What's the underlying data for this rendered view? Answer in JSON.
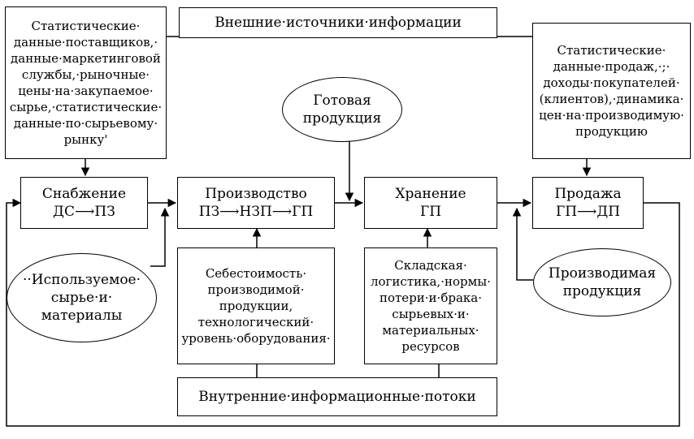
{
  "external_sources": "Внешние·источники·информации",
  "supplier_stats": "Статистические·\nданные·поставщиков,·\nданные·маркетинговой\nслужбы,·рыночные·\nцены·на·закупаемое·\nсырье,·статистические·\nданные·по·сырьевому·\nрынку'",
  "sales_stats": "Статистические·\nданные·продаж,·;·\nдоходы·покупателей·\n(клиентов),·динамика·\nцен·на·производимую·\nпродукцию",
  "finished_goods_oval": "Готовая\nпродукция",
  "supply": "Снабжение\nДС⟶ПЗ",
  "production": "Производство\nПЗ⟶НЗП⟶ГП",
  "storage": "Хранение\nГП",
  "sales": "Продажа\nГП⟶ДП",
  "raw_materials_oval": "··Используемое·\nсырье·и·\nматериалы",
  "cost_box": "Себестоимость·\nпроизводимой·\nпродукции,\nтехнологический·\nуровень·оборудования·",
  "warehouse_box": "Складская·\nлогистика,·нормы·\nпотери·и·брака·\nсырьевых·и·\nматериальных·\nресурсов",
  "produced_oval": "Производимая\nпродукция",
  "internal_flows": "Внутренние·информационные·потоки"
}
